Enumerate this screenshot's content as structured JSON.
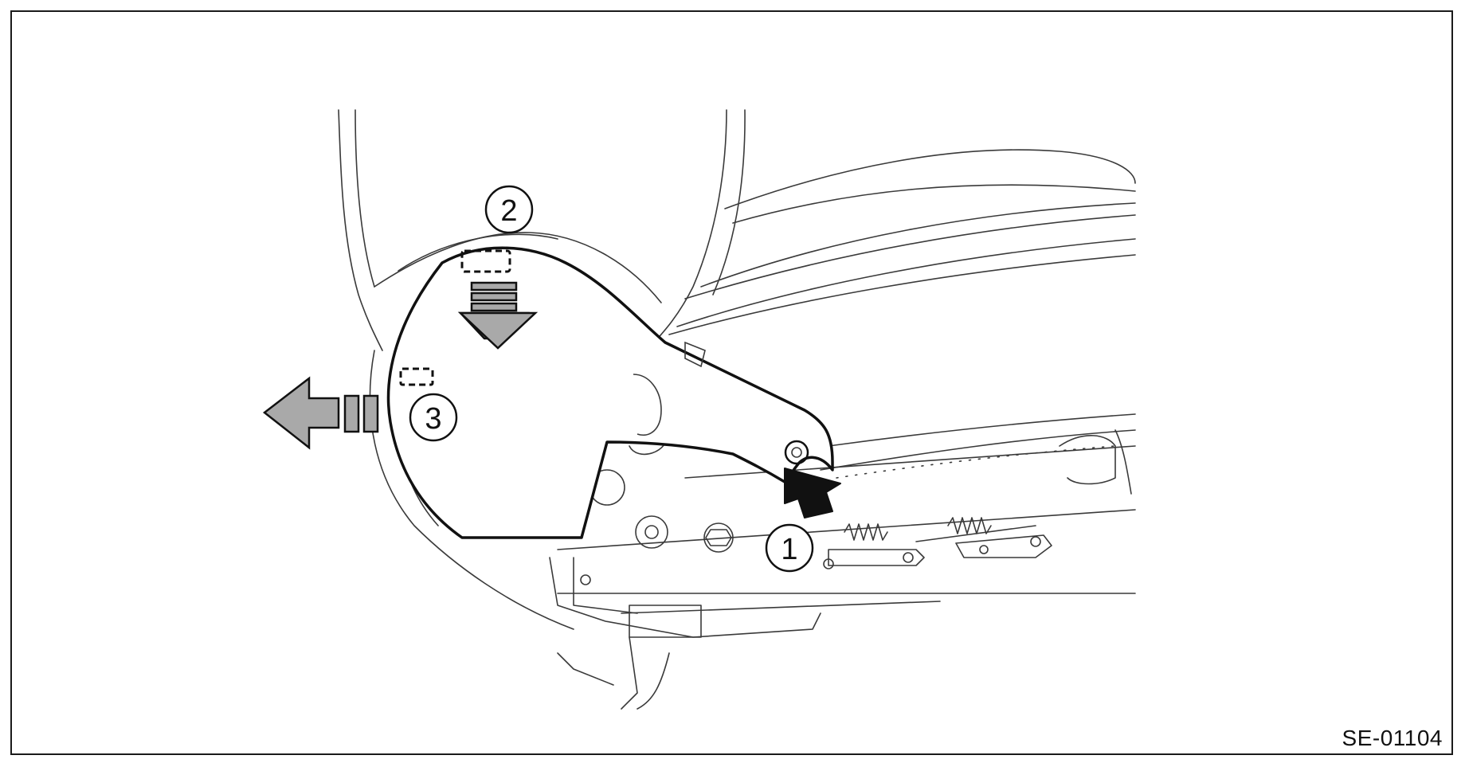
{
  "figure": {
    "drawing_id": "SE-01104",
    "callouts": [
      {
        "number": "1"
      },
      {
        "number": "2"
      },
      {
        "number": "3"
      }
    ],
    "colors": {
      "line": "#1a1a1a",
      "light_line": "#3a3a3a",
      "arrow_gray": "#a9a9a9",
      "arrow_black": "#111111",
      "background": "#ffffff"
    }
  }
}
